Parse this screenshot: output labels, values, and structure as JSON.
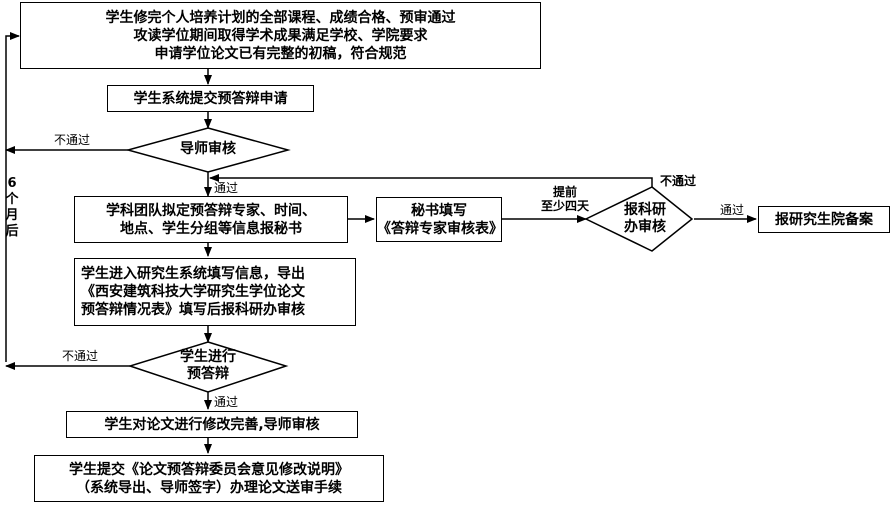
{
  "steps": {
    "top": [
      "学生修完个人培养计划的全部课程、成绩合格、预审通过",
      "攻读学位期间取得学术成果满足学校、学院要求",
      "申请学位论文已有完整的初稿，符合规范"
    ],
    "submit": "学生系统提交预答辩申请",
    "tutor_review": "导师审核",
    "team": [
      "学科团队拟定预答辩专家、时间、",
      "地点、学生分组等信息报秘书"
    ],
    "secretary": [
      "秘书填写",
      "《答辩专家审核表》"
    ],
    "office_review": [
      "报科研",
      "办审核"
    ],
    "graduate_school": "报研究生院备案",
    "fill_info": [
      "学生进入研究生系统填写信息，导出",
      "《西安建筑科技大学研究生学位论文",
      "预答辩情况表》填写后报科研办审核"
    ],
    "defense": [
      "学生进行",
      "预答辩"
    ],
    "revise": "学生对论文进行修改完善,导师审核",
    "final": [
      "学生提交《论文预答辩委员会意见修改说明》",
      "（系统导出、导师签字）办理论文送审手续"
    ]
  },
  "edge_labels": {
    "fail_1": "不通过",
    "pass_1": "通过",
    "fail_2": "不通过",
    "pass_2": "通过",
    "fail_3": "不通过",
    "pass_3": "通过",
    "advance": [
      "提前",
      "至少四天"
    ],
    "after": [
      "6",
      "个",
      "月",
      "后"
    ]
  }
}
